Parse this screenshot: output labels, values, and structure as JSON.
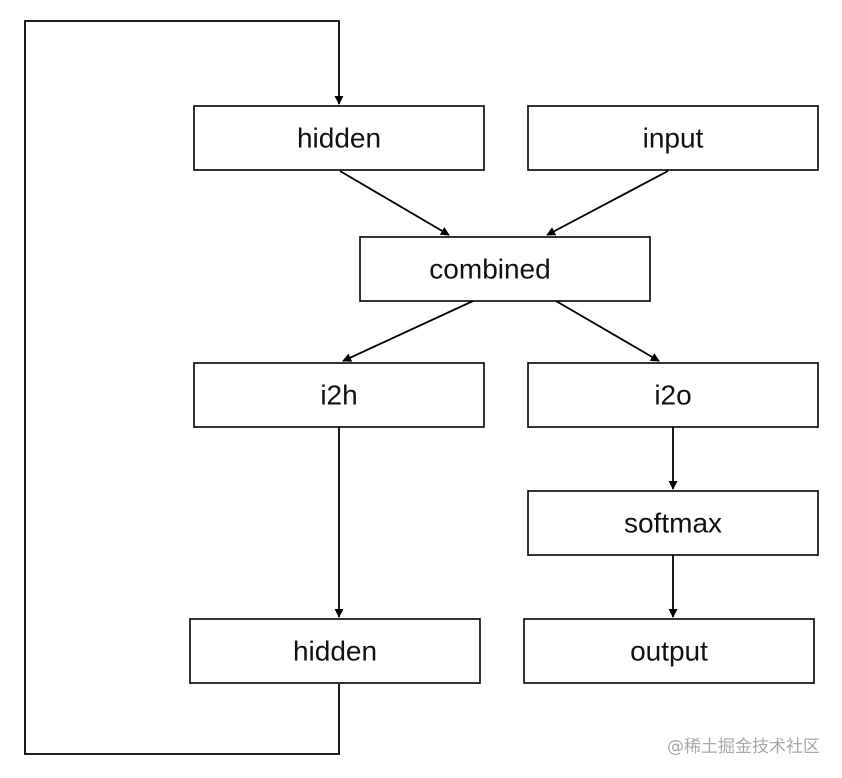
{
  "nodes": {
    "hidden_in": "hidden",
    "input": "input",
    "combined": "combined",
    "i2h": "i2h",
    "i2o": "i2o",
    "softmax": "softmax",
    "hidden_out": "hidden",
    "output": "output"
  },
  "watermark": "@稀土掘金技术社区",
  "colors": {
    "stroke": "#000000",
    "text": "#111111",
    "watermark": "#a8a8a8"
  }
}
